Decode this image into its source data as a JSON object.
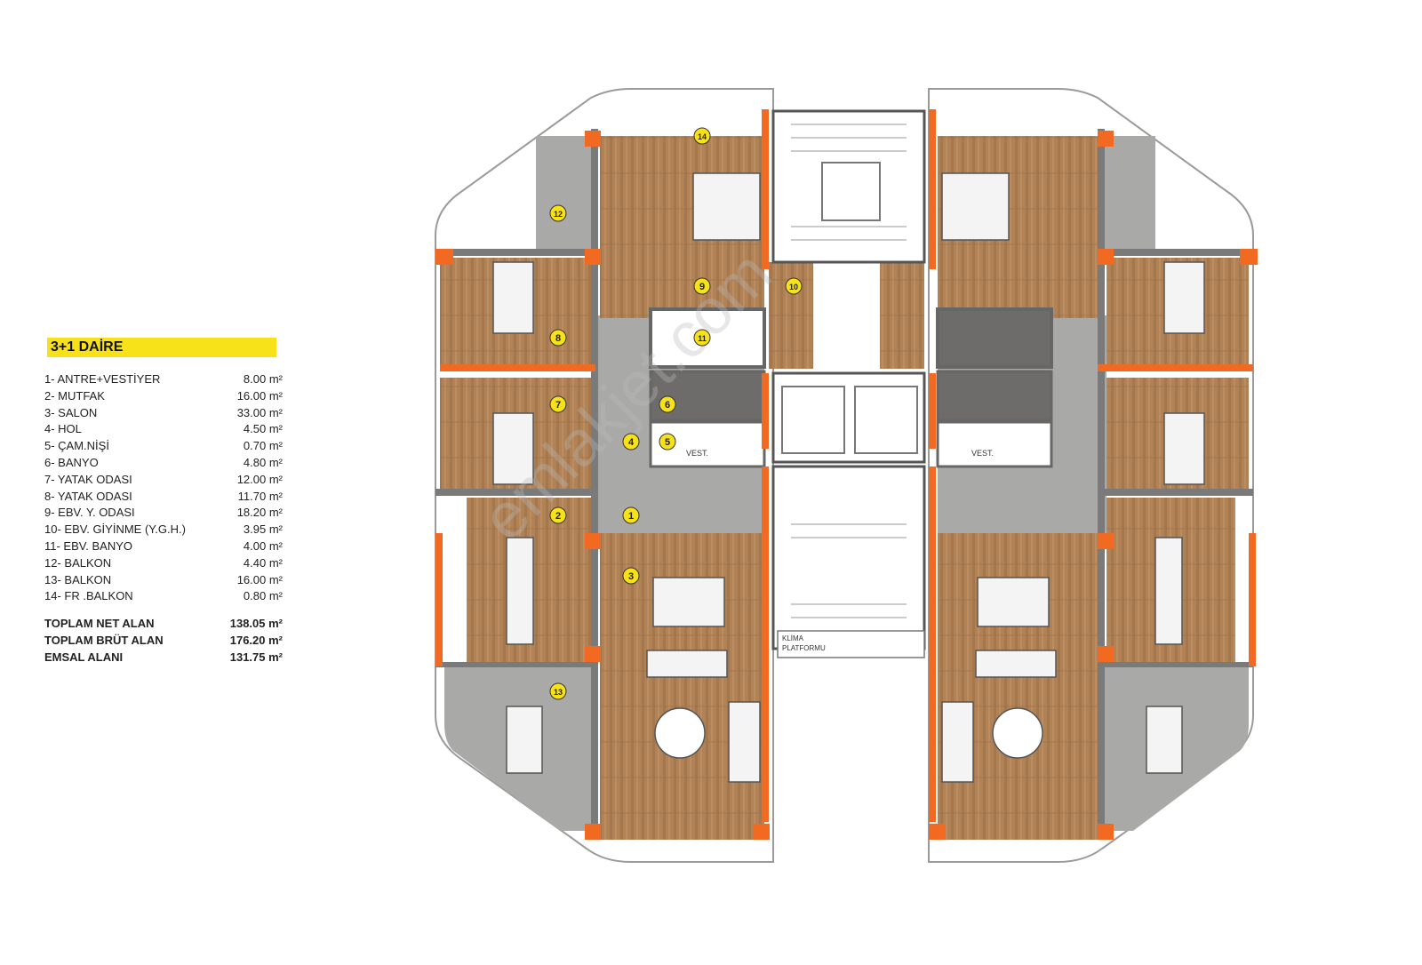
{
  "legend": {
    "title": "3+1 DAİRE",
    "rooms": [
      {
        "label": "1- ANTRE+VESTİYER",
        "area": "8.00 m²"
      },
      {
        "label": "2- MUTFAK",
        "area": "16.00 m²"
      },
      {
        "label": "3- SALON",
        "area": "33.00 m²"
      },
      {
        "label": "4- HOL",
        "area": "4.50 m²"
      },
      {
        "label": "5- ÇAM.NİŞİ",
        "area": "0.70 m²"
      },
      {
        "label": "6- BANYO",
        "area": "4.80 m²"
      },
      {
        "label": "7- YATAK ODASI",
        "area": "12.00 m²"
      },
      {
        "label": "8- YATAK ODASI",
        "area": "11.70 m²"
      },
      {
        "label": "9- EBV. Y. ODASI",
        "area": "18.20 m²"
      },
      {
        "label": "10- EBV. GİYİNME (Y.G.H.)",
        "area": "3.95 m²"
      },
      {
        "label": "11- EBV. BANYO",
        "area": "4.00 m²"
      },
      {
        "label": "12- BALKON",
        "area": "4.40 m²"
      },
      {
        "label": "13- BALKON",
        "area": "16.00 m²"
      },
      {
        "label": "14- FR .BALKON",
        "area": "0.80 m²"
      }
    ],
    "totals": [
      {
        "label": "TOPLAM NET ALAN",
        "area": "138.05 m²"
      },
      {
        "label": "TOPLAM BRÜT ALAN",
        "area": "176.20 m²"
      },
      {
        "label": "EMSAL ALANI",
        "area": "131.75 m²"
      }
    ]
  },
  "plan": {
    "markers": [
      "1",
      "2",
      "3",
      "4",
      "5",
      "6",
      "7",
      "8",
      "9",
      "10",
      "11",
      "12",
      "13",
      "14"
    ],
    "labels": {
      "vest_left": "VEST.",
      "vest_right": "VEST.",
      "klima_1": "KLİMA",
      "klima_2": "PLATFORMU"
    },
    "watermark": "emlakjet.com",
    "colors": {
      "wood": "#b08256",
      "stone": "#a9a9a7",
      "orange": "#f26a21",
      "marker": "#f7e21a",
      "wall": "#7a7a7a"
    }
  }
}
